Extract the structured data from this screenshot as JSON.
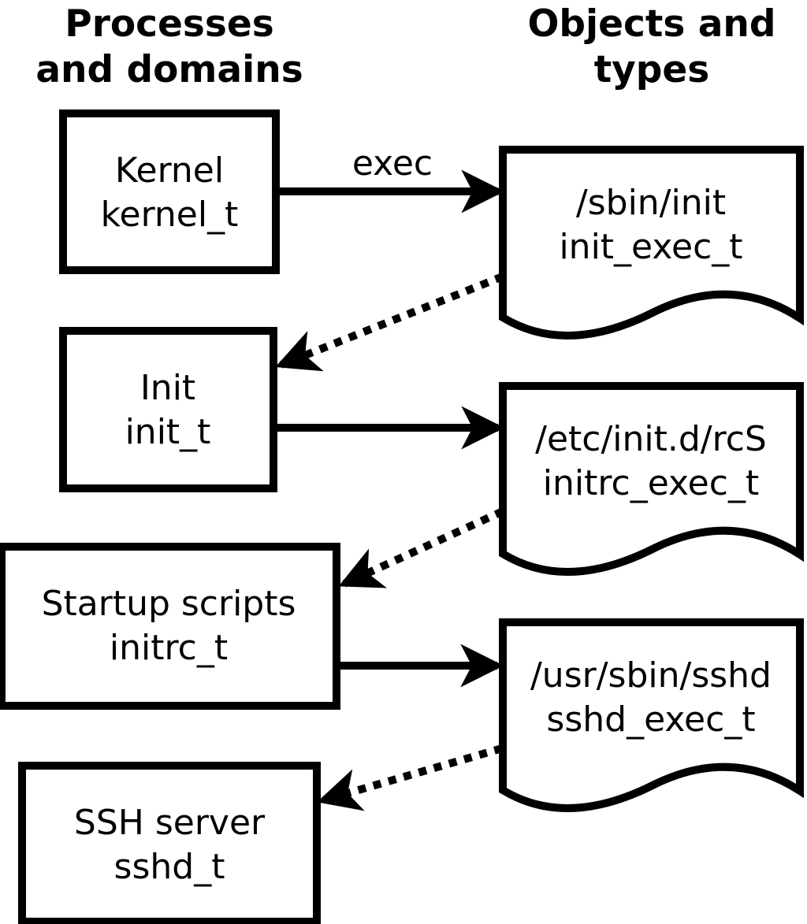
{
  "diagram": {
    "title_left": {
      "line1": "Processes",
      "line2": "and domains"
    },
    "title_right": {
      "line1": "Objects and",
      "line2": "types"
    },
    "processes": [
      {
        "name": "Kernel",
        "domain": "kernel_t"
      },
      {
        "name": "Init",
        "domain": "init_t"
      },
      {
        "name": "Startup scripts",
        "domain": "initrc_t"
      },
      {
        "name": "SSH server",
        "domain": "sshd_t"
      }
    ],
    "objects": [
      {
        "path": "/sbin/init",
        "type": "init_exec_t"
      },
      {
        "path": "/etc/init.d/rcS",
        "type": "initrc_exec_t"
      },
      {
        "path": "/usr/sbin/sshd",
        "type": "sshd_exec_t"
      }
    ],
    "edge_labels": {
      "exec": "exec"
    },
    "colors": {
      "foreground": "#000000",
      "background": "#ffffff"
    }
  }
}
